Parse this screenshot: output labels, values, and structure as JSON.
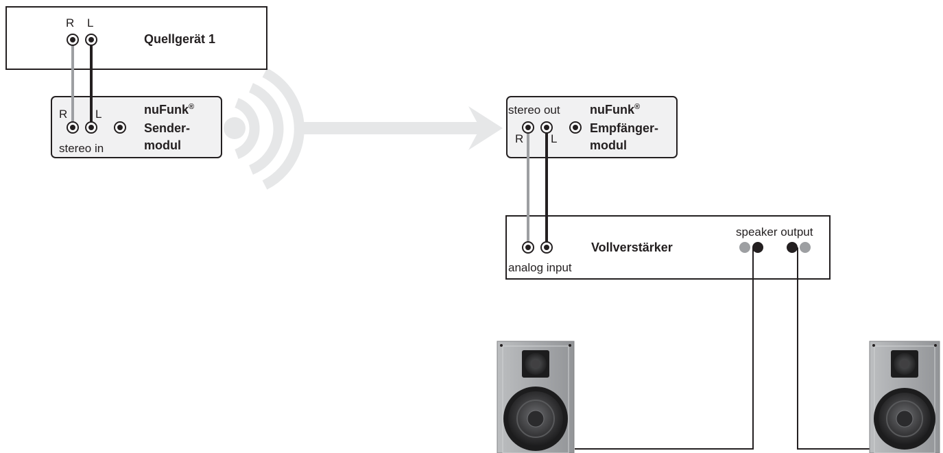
{
  "source_device": {
    "title": "Quellgerät 1",
    "jack_r": "R",
    "jack_l": "L"
  },
  "transmitter": {
    "brand": "nuFunk",
    "reg": "®",
    "line2": "Sender-",
    "line3": "modul",
    "jack_r": "R",
    "jack_l": "L",
    "jack_group": "stereo in"
  },
  "receiver": {
    "brand": "nuFunk",
    "reg": "®",
    "line2": "Empfänger-",
    "line3": "modul",
    "jack_group": "stereo out",
    "jack_r": "R",
    "jack_l": "L"
  },
  "amplifier": {
    "title": "Vollverstärker",
    "input_label": "analog input",
    "output_label": "speaker output"
  },
  "colors": {
    "cable_right": "#9d9fa2",
    "cable_left": "#231f20",
    "box_fill": "#f1f1f2",
    "wireless": "#e6e7e8"
  },
  "icons": [
    "wireless-waves-icon",
    "arrow-right-icon",
    "rca-jack-icon",
    "speaker-icon"
  ]
}
